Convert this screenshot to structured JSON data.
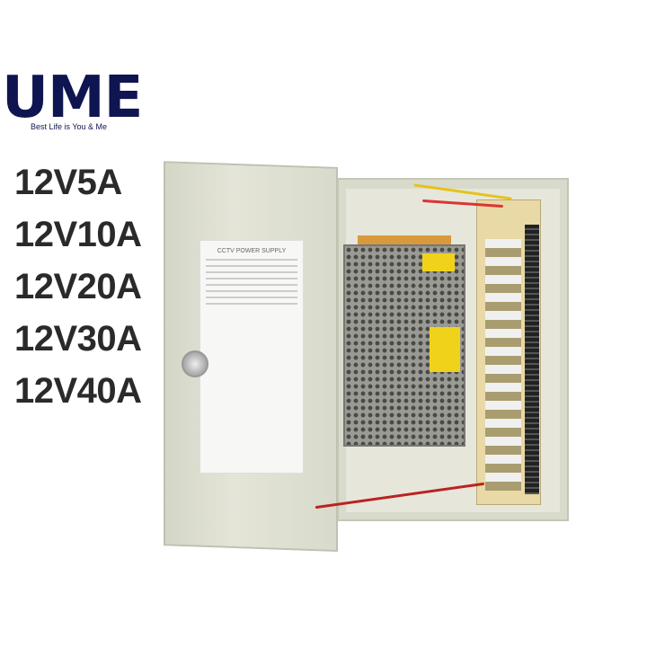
{
  "brand": {
    "name": "UME",
    "tagline": "Best Life is You & Me",
    "color": "#0f1550"
  },
  "models": [
    "12V5A",
    "12V10A",
    "12V20A",
    "12V30A",
    "12V40A"
  ],
  "label": {
    "title": "CCTV POWER SUPPLY"
  }
}
